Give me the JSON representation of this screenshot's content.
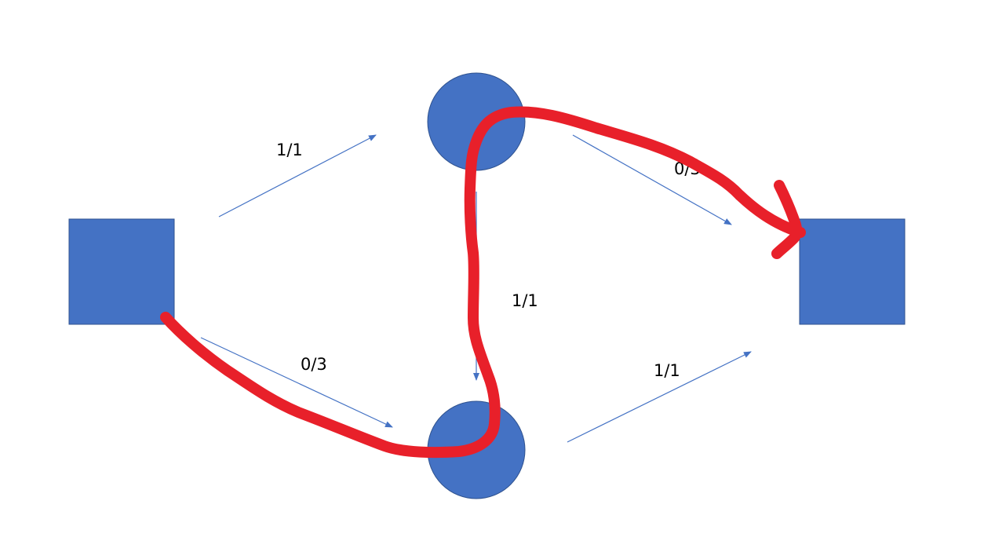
{
  "diagram": {
    "colors": {
      "node_fill": "#4472C4",
      "node_stroke": "#2F528F",
      "edge": "#4472C4",
      "label": "#000000",
      "highlight_path": "#E8202A"
    },
    "nodes": [
      {
        "id": "source",
        "shape": "square"
      },
      {
        "id": "top",
        "shape": "circle"
      },
      {
        "id": "bottom",
        "shape": "circle"
      },
      {
        "id": "sink",
        "shape": "square"
      }
    ],
    "edges": [
      {
        "id": "source-top",
        "from": "source",
        "to": "top",
        "label": "1/1"
      },
      {
        "id": "source-bottom",
        "from": "source",
        "to": "bottom",
        "label": "0/3"
      },
      {
        "id": "top-bottom",
        "from": "top",
        "to": "bottom",
        "label": "1/1"
      },
      {
        "id": "top-sink",
        "from": "top",
        "to": "sink",
        "label": "0/3"
      },
      {
        "id": "bottom-sink",
        "from": "bottom",
        "to": "sink",
        "label": "1/1"
      }
    ],
    "highlight_path": [
      "source",
      "bottom",
      "top",
      "sink"
    ]
  }
}
